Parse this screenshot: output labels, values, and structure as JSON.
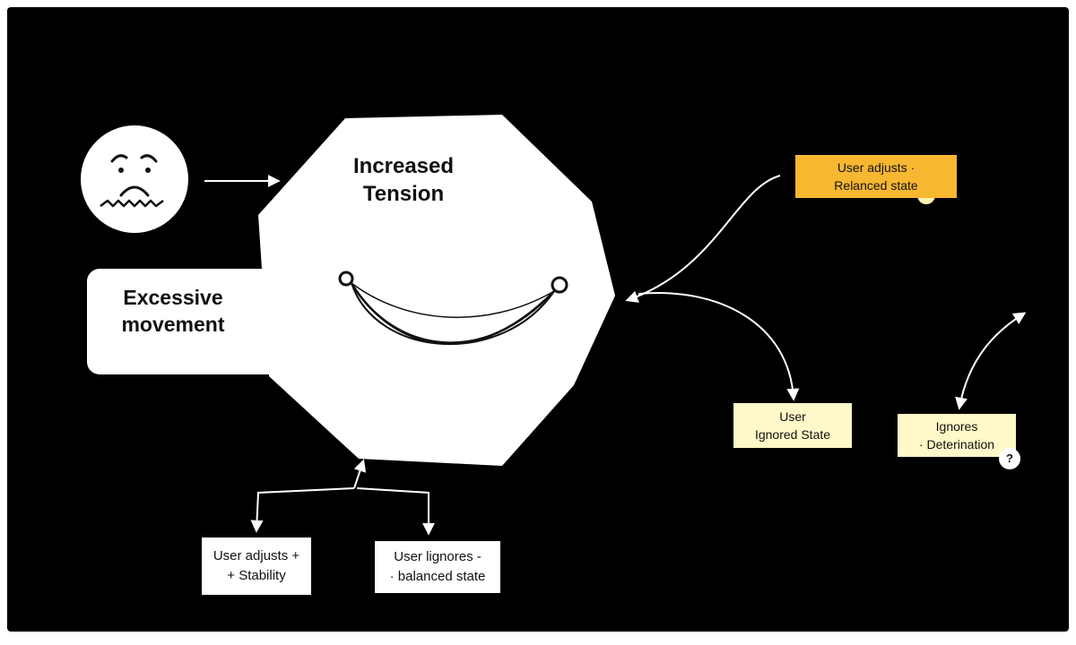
{
  "diagram": {
    "center_title": [
      "Increased",
      "Tension"
    ],
    "left_panel_label": [
      "Excessive",
      "movement"
    ],
    "nodes": {
      "top_right": [
        "User adjusts ·",
        "Relanced state"
      ],
      "mid_right": [
        "User",
        "Ignored State"
      ],
      "far_right": [
        "Ignores",
        "· Deterination"
      ],
      "bottom_left": [
        "User adjusts +",
        "+ Stability"
      ],
      "bottom_mid": [
        "User lignores -",
        "· balanced state"
      ]
    },
    "badge": "?"
  },
  "colors": {
    "background": "#000000",
    "shape": "#ffffff",
    "highlight": "#f7b731",
    "note": "#fff8c8"
  }
}
